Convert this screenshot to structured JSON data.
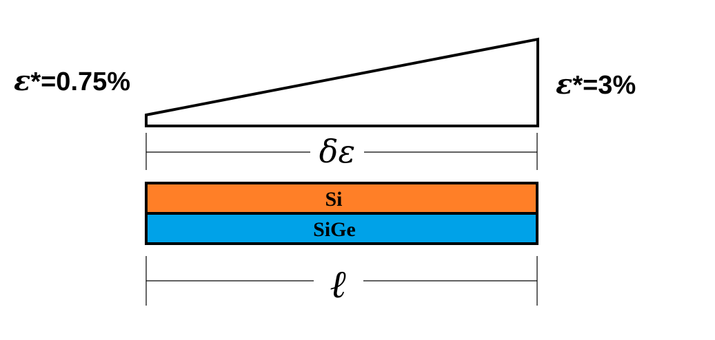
{
  "labels": {
    "strain_left_symbol": "ε",
    "strain_left_value": "*=0.75%",
    "strain_right_symbol": "ε",
    "strain_right_value": "*=3%",
    "strain_gradient": "δε",
    "length": "ℓ"
  },
  "layers": [
    {
      "name": "Si",
      "color": "#ff7f27"
    },
    {
      "name": "SiGe",
      "color": "#00a2e8"
    }
  ]
}
